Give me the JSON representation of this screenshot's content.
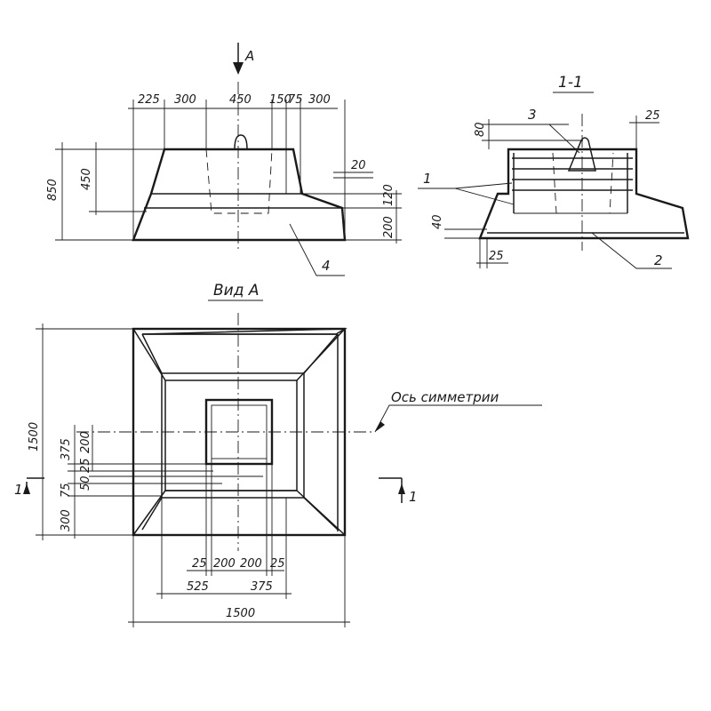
{
  "elevation": {
    "view_marker": "А",
    "dims_top": [
      "225",
      "300",
      "450",
      "150",
      "75",
      "300"
    ],
    "dims_left": [
      "850",
      "450"
    ],
    "dims_right": [
      "20",
      "120",
      "200"
    ],
    "callout": "4"
  },
  "section": {
    "title": "1-1",
    "dims": [
      "80",
      "25",
      "40",
      "25"
    ],
    "callouts": [
      "3",
      "1",
      "2"
    ]
  },
  "plan": {
    "title": "Вид А",
    "axis_note": "Ось симметрии",
    "section_mark": "1",
    "dims_left": [
      "1500",
      "375",
      "200",
      "25",
      "50",
      "75",
      "300"
    ],
    "dims_bottom_row1": [
      "25",
      "200",
      "200",
      "25"
    ],
    "dims_bottom_row2": [
      "525",
      "375"
    ],
    "dim_total": "1500"
  }
}
